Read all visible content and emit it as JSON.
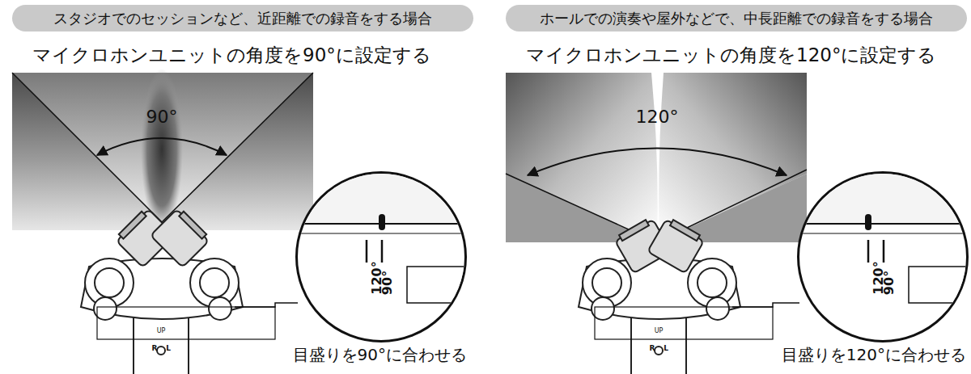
{
  "diagram": {
    "nodes": [
      {
        "text": [
          "スタジオでのセッションなど、近距離での録音をする場合"
        ]
      },
      {
        "text": [
          "ホールでの演奏や屋外などで、中長距離での録音をする場合"
        ]
      },
      {
        "text": [
          "120°",
          "90°"
        ]
      },
      {
        "text": [
          "120°",
          "90°"
        ]
      }
    ],
    "labels": [
      "マイクロホンユニットの角度を90°に設定する",
      "90°",
      "UP",
      "R",
      "L",
      "目盛りを90°に合わせる",
      "マイクロホンユニットの角度を120°に設定する",
      "120°",
      "UP",
      "R",
      "L",
      "目盛りを120°に合わせる"
    ]
  }
}
